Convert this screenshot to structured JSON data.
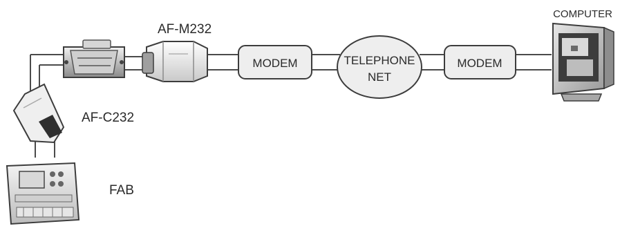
{
  "diagram": {
    "labels": {
      "af_m232": "AF-M232",
      "af_c232": "AF-C232",
      "fab": "FAB",
      "computer": "COMPUTER"
    },
    "modem_left": "MODEM",
    "modem_right": "MODEM",
    "telephone_net": {
      "line1": "TELEPHONE",
      "line2": "NET"
    }
  },
  "colors": {
    "line": "#4a4a4a",
    "box_fill": "#eeeeee",
    "device_light": "#e2e2e2",
    "device_dark": "#555555"
  }
}
